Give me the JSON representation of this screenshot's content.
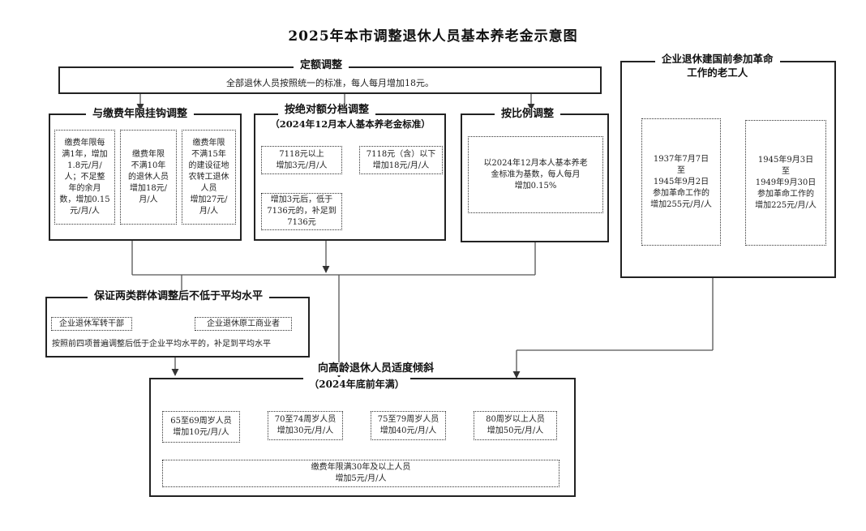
{
  "title": "2025年本市调整退休人员基本养老金示意图",
  "fixed": {
    "title": "定额调整",
    "desc": "全部退休人员按照统一的标准，每人每月增加18元。"
  },
  "linked": {
    "title": "与缴费年限挂钩调整",
    "items": [
      "缴费年限每\n满1年，增加\n1.8元/月/\n人；不足整\n年的余月\n数，增加0.15\n元/月/人",
      "缴费年限\n不满10年\n的退休人员\n增加18元/\n月/人",
      "缴费年限\n不满15年\n的建设征地\n农转工退休\n人员\n增加27元/\n月/人"
    ]
  },
  "tiered": {
    "title": "按绝对额分档调整",
    "subtitle": "（2024年12月本人基本养老金标准）",
    "above": "7118元以上\n增加3元/月/人",
    "below": "7118元（含）以下\n增加18元/月/人",
    "topup": "增加3元后，低于\n7136元的，补足到\n7136元"
  },
  "ratio": {
    "title": "按比例调整",
    "desc": "以2024年12月本人基本养老\n金标准为基数，每人每月\n增加0.15%"
  },
  "veteran": {
    "title": "企业退休建国前参加革命\n工作的老工人",
    "items": [
      "1937年7月7日\n至\n1945年9月2日\n参加革命工作的\n增加255元/月/人",
      "1945年9月3日\n至\n1949年9月30日\n参加革命工作的\n增加225元/月/人"
    ]
  },
  "guarantee": {
    "title": "保证两类群体调整后不低于平均水平",
    "groups": [
      "企业退休军转干部",
      "企业退休原工商业者"
    ],
    "desc": "按照前四项普遍调整后低于企业平均水平的，补足到平均水平"
  },
  "elderly": {
    "title": "向高龄退休人员适度倾斜",
    "subtitle": "（2024年底前年满）",
    "ages": [
      "65至69周岁人员\n增加10元/月/人",
      "70至74周岁人员\n增加30元/月/人",
      "75至79周岁人员\n增加40元/月/人",
      "80周岁以上人员\n增加50元/月/人"
    ],
    "extra": "缴费年限满30年及以上人员\n增加5元/月/人"
  }
}
